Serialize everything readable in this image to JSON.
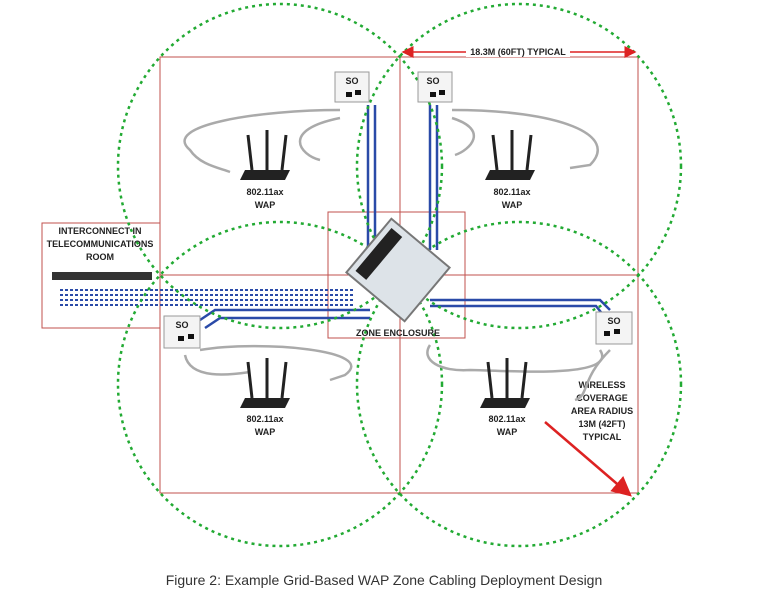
{
  "diagram": {
    "dimension_label": "18.3M (60FT) TYPICAL",
    "interconnect_label": [
      "INTERCONNECT IN",
      "TELECOMMUNICATIONS",
      "ROOM"
    ],
    "zone_enclosure_label": "ZONE ENCLOSURE",
    "coverage_label": [
      "WIRELESS",
      "COVERAGE",
      "AREA RADIUS",
      "13M (42FT)",
      "TYPICAL"
    ],
    "outlet_label": "SO",
    "wap_model": "802.11ax",
    "wap_label": "WAP",
    "colors": {
      "zone_border": "#c0504d",
      "coverage": "#22aa33",
      "cable": "#2a4aa8",
      "arrow": "#dd2222"
    }
  },
  "caption": "Figure 2: Example Grid-Based WAP Zone Cabling Deployment Design"
}
